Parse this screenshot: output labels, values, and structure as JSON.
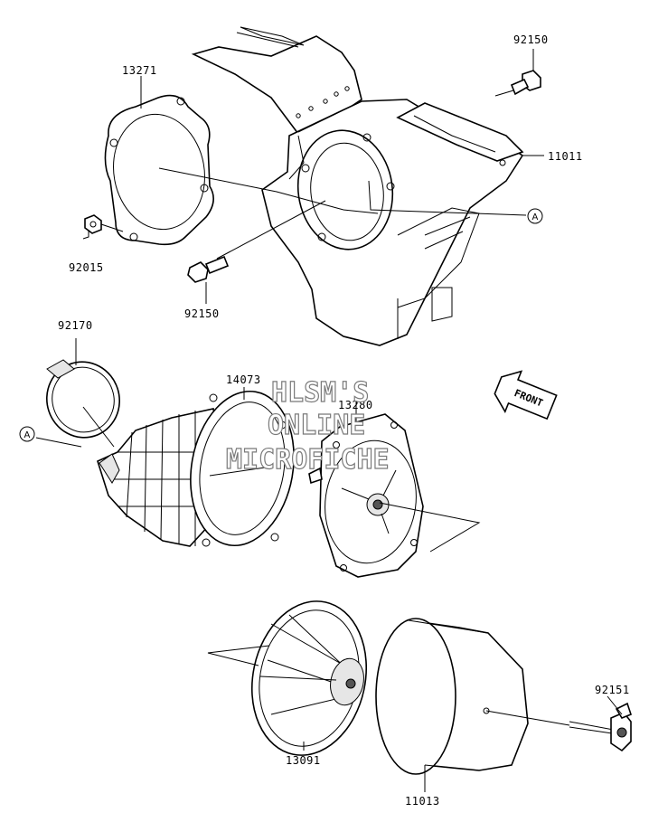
{
  "diagram": {
    "part_labels": {
      "p13271": "13271",
      "p92150_top": "92150",
      "p11011": "11011",
      "p92015": "92015",
      "p92150_mid": "92150",
      "p92170": "92170",
      "p14073": "14073",
      "p13280": "13280",
      "p92151": "92151",
      "p13091": "13091",
      "p11013": "11013"
    },
    "ref_markers": {
      "a_right": "A",
      "a_left": "A"
    },
    "front_arrow": "FRONT",
    "watermark": {
      "line1": "HLSM'S",
      "line2": "ONLINE",
      "line3": "MICROFICHE"
    }
  }
}
